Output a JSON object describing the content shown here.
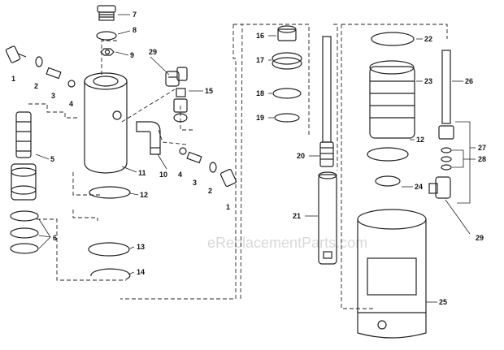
{
  "watermark": "eReplacementParts.com",
  "callouts": {
    "c7": "7",
    "c8": "8",
    "c9": "9",
    "c29a": "29",
    "c15": "15",
    "c1a": "1",
    "c2a": "2",
    "c3a": "3",
    "c4a": "4",
    "c5": "5",
    "c6": "6",
    "c10": "10",
    "c11": "11",
    "c12a": "12",
    "c4b": "4",
    "c3b": "3",
    "c2b": "2",
    "c1b": "1",
    "c13": "13",
    "c14": "14",
    "c16": "16",
    "c17": "17",
    "c18": "18",
    "c19": "19",
    "c20": "20",
    "c21": "21",
    "c22": "22",
    "c23": "23",
    "c12b": "12",
    "c24": "24",
    "c25": "25",
    "c26": "26",
    "c27": "27",
    "c28": "28",
    "c29b": "29"
  }
}
